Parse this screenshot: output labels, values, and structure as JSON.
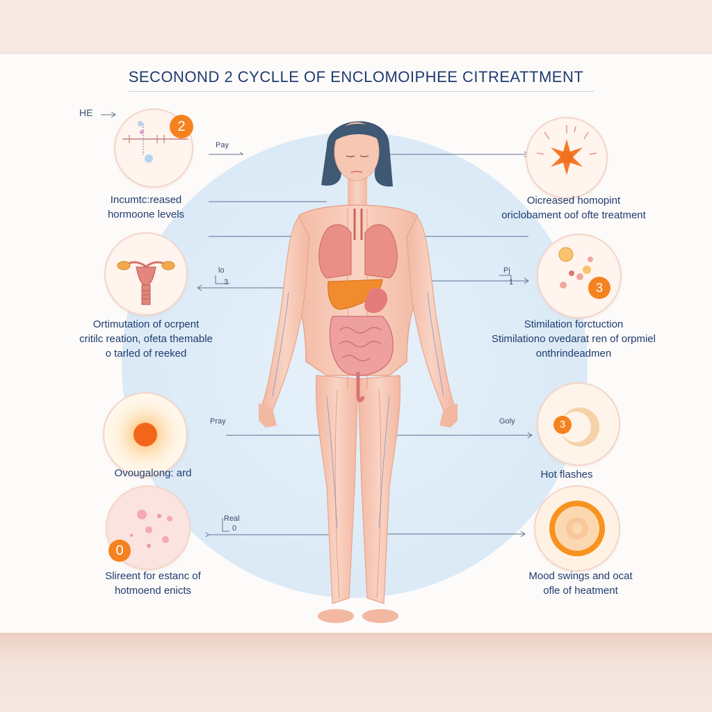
{
  "title": "SECONOND 2 CYCLLE OF ENCLOMOIPHEE CITREATTMENT",
  "top_marker": "HE",
  "left_items": [
    {
      "label_line1": "Incumtc:reased",
      "label_line2": "hormoone levels",
      "tag": "Pay",
      "badge": "2",
      "icon": "hormone-chart-icon"
    },
    {
      "label_line1": "Ortimutation of ocrpent",
      "label_line2": "critilc reation, ofeta themable",
      "label_line3": "o tarled of reeked",
      "tag": "lo",
      "tag2": "3",
      "icon": "uterus-icon"
    },
    {
      "label_line1": "Ovougalong: ard",
      "tag": "Pray",
      "icon": "sun-burst-icon"
    },
    {
      "label_line1": "Slireent for estanc of",
      "label_line2": "hotmoend enicts",
      "tag": "Real",
      "tag2": "0",
      "badge": "0",
      "icon": "skin-spots-icon"
    }
  ],
  "right_items": [
    {
      "label_line1": "Oicreased homopint",
      "label_line2": "oriclobament oof ofte treatment",
      "icon": "follicle-burst-icon"
    },
    {
      "label_line1": "Stimilation forctuction",
      "label_line2": "Stimilationo ovedarat ren of orpmiel",
      "label_line3": "onthrindeadmen",
      "tag": "Pj",
      "tag2": "1",
      "badge": "3",
      "icon": "ovarian-cells-icon"
    },
    {
      "label_line1": "Hot flashes",
      "tag": "Goly",
      "badge": "3",
      "icon": "crescent-icon"
    },
    {
      "label_line1": "Mood swings and ocat",
      "label_line2": "ofle of heatment",
      "icon": "mood-orb-icon"
    }
  ],
  "colors": {
    "title": "#1f3b6e",
    "accent": "#f5821f",
    "skin": "#f6c7b3",
    "bg_circle": "#dbeaf6"
  }
}
